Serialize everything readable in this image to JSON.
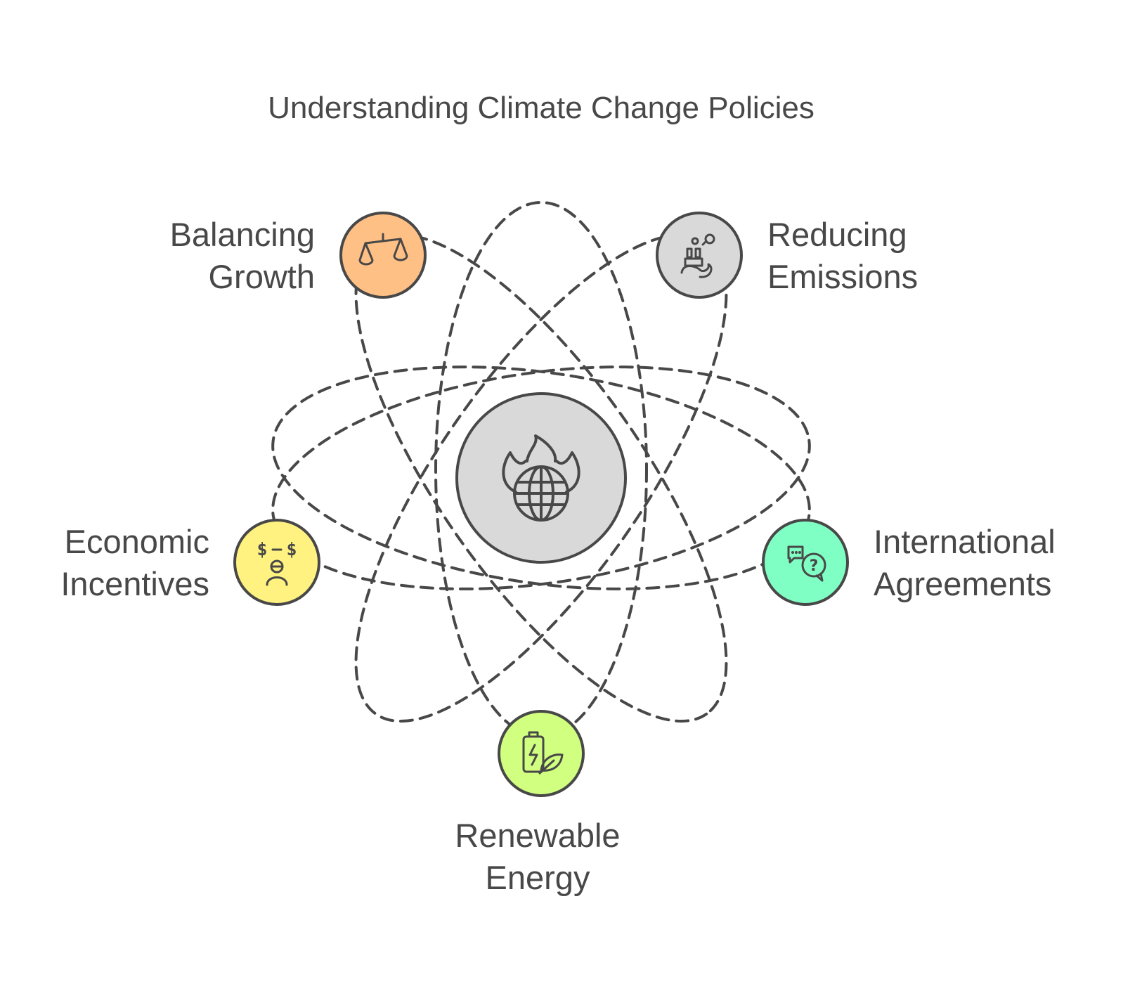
{
  "title": "Understanding Climate Change Policies",
  "center": {
    "icon": "burning-globe-icon",
    "color": "#D9D9D9"
  },
  "nodes": [
    {
      "id": "balancing-growth",
      "label_line1": "Balancing",
      "label_line2": "Growth",
      "icon": "balance-scale-icon",
      "color": "#FFC085"
    },
    {
      "id": "reducing-emissions",
      "label_line1": "Reducing",
      "label_line2": "Emissions",
      "icon": "factory-emissions-icon",
      "color": "#D9D9D9"
    },
    {
      "id": "economic-incentives",
      "label_line1": "Economic",
      "label_line2": "Incentives",
      "icon": "money-person-icon",
      "color": "#FFF280"
    },
    {
      "id": "international-agreements",
      "label_line1": "International",
      "label_line2": "Agreements",
      "icon": "chat-bubbles-icon",
      "color": "#80FFC5"
    },
    {
      "id": "renewable-energy",
      "label_line1": "Renewable",
      "label_line2": "Energy",
      "icon": "battery-leaf-icon",
      "color": "#D1FF80"
    }
  ],
  "orbit_color": "#484848"
}
